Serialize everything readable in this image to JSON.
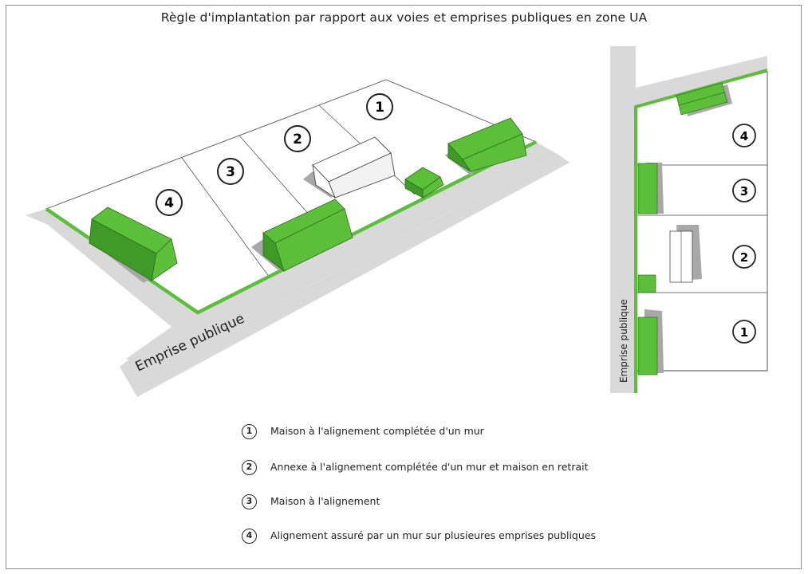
{
  "title": "Règle d'implantation par rapport aux voies et emprises publiques en zone UA",
  "road_label": "Emprise publique",
  "plan_road_label": "Emprise publique",
  "persp_numbers": [
    "1",
    "2",
    "3",
    "4"
  ],
  "plan_numbers": [
    "4",
    "3",
    "2",
    "1"
  ],
  "legend": [
    {
      "num": "1",
      "text": "Maison à l'alignement complétée d'un  mur"
    },
    {
      "num": "2",
      "text": "Annexe à l'alignement complétée d'un mur et maison en retrait"
    },
    {
      "num": "3",
      "text": "Maison à l'alignement"
    },
    {
      "num": "4",
      "text": "Alignement assuré par un mur sur plusieures emprises publiques"
    }
  ],
  "colors": {
    "green": "#5cbf3a",
    "green_dark": "#3f9a27",
    "road": "#d9d9d9",
    "shadow": "#a8a8a8"
  }
}
